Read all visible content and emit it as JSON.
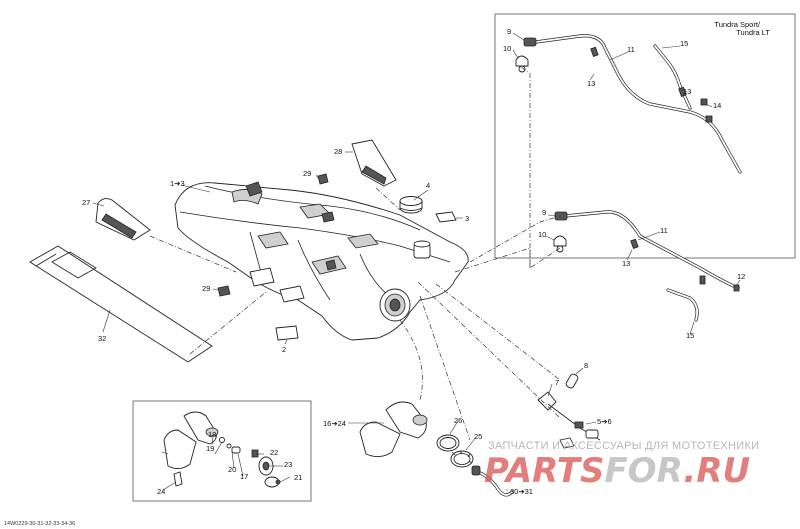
{
  "callouts": {
    "c1_3": "1➔3",
    "c2": "2",
    "c3": "3",
    "c4": "4",
    "c5_6": "5➔6",
    "c7": "7",
    "c8": "8",
    "c9a": "9",
    "c9b": "9",
    "c10a": "10",
    "c10b": "10",
    "c11a": "11",
    "c11b": "11",
    "c12": "12",
    "c13a": "13",
    "c13b": "13",
    "c14": "14",
    "c15a": "15",
    "c15b": "15",
    "c16_24": "16➔24",
    "c17": "17",
    "c18": "18",
    "c19": "19",
    "c20": "20",
    "c21": "21",
    "c22": "22",
    "c23": "23",
    "c24": "24",
    "c25": "25",
    "c26": "26",
    "c27": "27",
    "c28": "28",
    "c29a": "29",
    "c29b": "29",
    "c30_31": "30➔31",
    "c32": "32"
  },
  "variant_label": {
    "line1": "Tundra Sport/",
    "line2": "Tundra LT"
  },
  "watermark": {
    "text": "ЗАПЧАСТИ И АКСЕССУАРЫ ДЛЯ МОТОТЕХНИКИ",
    "logo_red": "PARTS",
    "logo_gray": "FOR",
    "logo_end": ".RU"
  },
  "diagram_code": "14W0229-30-31-32-33-34-36",
  "colors": {
    "ink": "#222222",
    "watermark_red": "#d9534f",
    "watermark_gray": "#b5b5b5"
  }
}
